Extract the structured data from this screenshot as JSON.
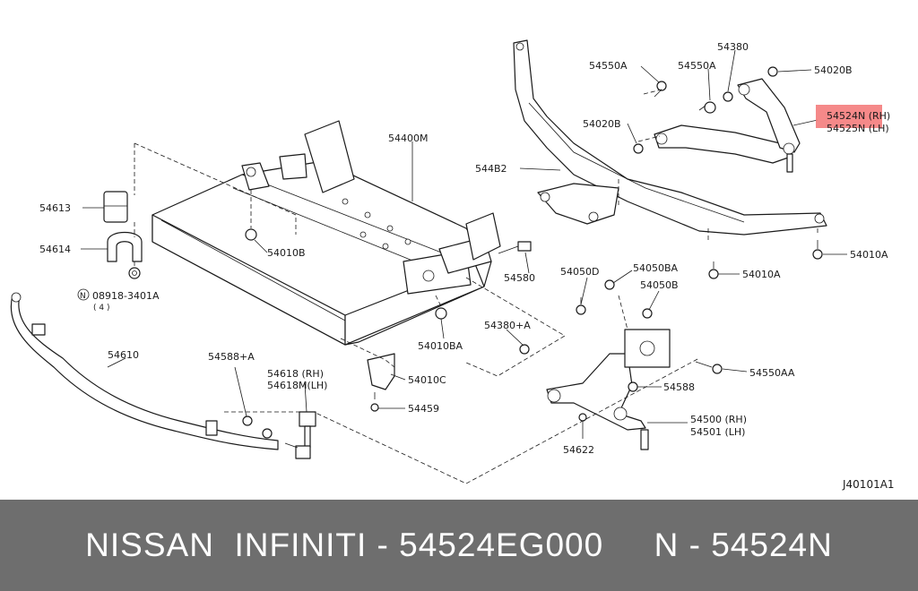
{
  "diagram": {
    "drawing_id": "J40101A1",
    "highlight_color": "#f47c7c",
    "labels": {
      "p54550A_top": "54550A",
      "p54550A_mid": "54550A",
      "p54380": "54380",
      "p54020B_top": "54020B",
      "p54524N": "54524N (RH)",
      "p54525N": "54525N (LH)",
      "p54020B_mid": "54020B",
      "p544B2": "544B2",
      "p54400M": "54400M",
      "p54613": "54613",
      "p54614": "54614",
      "p08918": "08918-3401A",
      "p08918_qty": "( 4 )",
      "p08918_prefix": "N",
      "p54010B": "54010B",
      "p54580": "54580",
      "p54010A_right": "54010A",
      "p54010A_mid": "54010A",
      "p54050D": "54050D",
      "p54050BA": "54050BA",
      "p54050B": "54050B",
      "p54380A": "54380+A",
      "p54010BA": "54010BA",
      "p54610": "54610",
      "p54588A": "54588+A",
      "p54618": "54618 (RH)",
      "p54618M": "54618M(LH)",
      "p54010C": "54010C",
      "p54459": "54459",
      "p54550AA": "54550AA",
      "p54588": "54588",
      "p54500": "54500 (RH)",
      "p54501": "54501 (LH)",
      "p54622": "54622"
    }
  },
  "footer": {
    "text": "NISSAN  INFINITI - 54524EG000     N - 54524N"
  }
}
